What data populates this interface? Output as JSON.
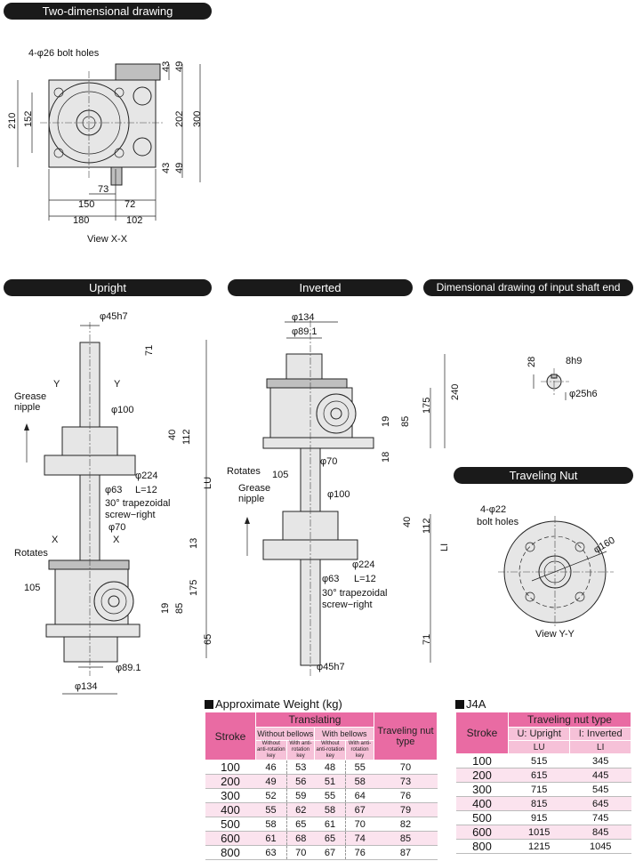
{
  "sections": {
    "two_dim": "Two-dimensional drawing",
    "upright": "Upright",
    "inverted": "Inverted",
    "input_shaft": "Dimensional drawing of input shaft end",
    "traveling_nut": "Traveling Nut"
  },
  "top_view": {
    "bolt_holes": "4-φ26 bolt holes",
    "view_label": "View X-X",
    "dims": [
      "210",
      "152",
      "43",
      "49",
      "202",
      "300",
      "43",
      "49",
      "73",
      "150",
      "72",
      "180",
      "102"
    ]
  },
  "upright_view": {
    "shaft": "φ45h7",
    "d71": "71",
    "y_mark": "Y",
    "grease": "Grease",
    "nipple": "nipple",
    "d100": "φ100",
    "d40": "40",
    "d112": "112",
    "d224": "φ224",
    "d63": "φ63",
    "l12": "L=12",
    "thread1": "30° trapezoidal",
    "thread2": "screw−right",
    "x_mark": "X",
    "d70": "φ70",
    "rotates": "Rotates",
    "d13": "13",
    "d105": "105",
    "d175": "175",
    "d19": "19",
    "d85": "85",
    "d65": "65",
    "lu": "LU",
    "d891": "φ89.1",
    "d134": "φ134"
  },
  "inverted_view": {
    "d134": "φ134",
    "d891": "φ89.1",
    "d240": "240",
    "d175": "175",
    "d19": "19",
    "d85": "85",
    "d18": "18",
    "rotates": "Rotates",
    "d105": "105",
    "d70": "φ70",
    "grease": "Grease",
    "nipple": "nipple",
    "d100": "φ100",
    "d40": "40",
    "d112": "112",
    "li": "LI",
    "d224": "φ224",
    "d63": "φ63",
    "l12": "L=12",
    "thread1": "30° trapezoidal",
    "thread2": "screw−right",
    "d71": "71",
    "shaft": "φ45h7"
  },
  "shaft_end": {
    "d28": "28",
    "d8h9": "8h9",
    "d25h6": "φ25h6"
  },
  "nut_view": {
    "holes1": "4-φ22",
    "holes2": "bolt holes",
    "d160": "φ160",
    "view": "View Y-Y"
  },
  "weight_table": {
    "title": "Approximate Weight (kg)",
    "stroke": "Stroke",
    "translating": "Translating",
    "without": "Without bellows",
    "with": "With bellows",
    "without_key": "Without anti-rotation key",
    "with_key": "With anti-rotation key",
    "nut_type": "Traveling nut type",
    "rows": [
      [
        "100",
        "46",
        "53",
        "48",
        "55",
        "70"
      ],
      [
        "200",
        "49",
        "56",
        "51",
        "58",
        "73"
      ],
      [
        "300",
        "52",
        "59",
        "55",
        "64",
        "76"
      ],
      [
        "400",
        "55",
        "62",
        "58",
        "67",
        "79"
      ],
      [
        "500",
        "58",
        "65",
        "61",
        "70",
        "82"
      ],
      [
        "600",
        "61",
        "68",
        "65",
        "74",
        "85"
      ],
      [
        "800",
        "63",
        "70",
        "67",
        "76",
        "87"
      ]
    ]
  },
  "j4a_table": {
    "title": "J4A",
    "stroke": "Stroke",
    "nut_type": "Traveling nut type",
    "upright": "U: Upright",
    "inverted": "I: Inverted",
    "lu": "LU",
    "li": "LI",
    "rows": [
      [
        "100",
        "515",
        "345"
      ],
      [
        "200",
        "615",
        "445"
      ],
      [
        "300",
        "715",
        "545"
      ],
      [
        "400",
        "815",
        "645"
      ],
      [
        "500",
        "915",
        "745"
      ],
      [
        "600",
        "1015",
        "845"
      ],
      [
        "800",
        "1215",
        "1045"
      ]
    ]
  }
}
